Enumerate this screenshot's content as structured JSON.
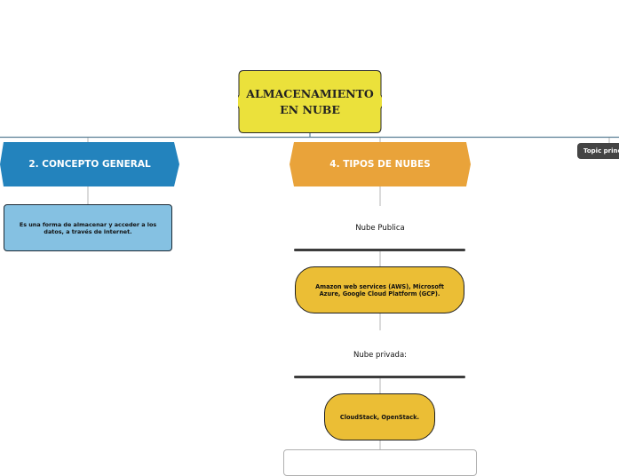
{
  "map": {
    "root": {
      "label": "ALMACENAMIENTO EN NUBE"
    },
    "branches": [
      {
        "label": "2. CONCEPTO GENERAL",
        "color": "#2383bd",
        "description": "Es una forma de almacenar y acceder a los datos, a través de internet."
      },
      {
        "label": "4. TIPOS DE NUBES",
        "color": "#e9a33a",
        "subtopics": [
          {
            "title": "Nube Publica",
            "detail": "Amazon web services (AWS), Microsoft Azure, Google Cloud Platform (GCP)."
          },
          {
            "title": "Nube privada:",
            "detail": "CloudStack, OpenStack."
          }
        ]
      }
    ],
    "floating_topic": {
      "label": "Topic principal"
    }
  },
  "colors": {
    "root_fill": "#ebe13b",
    "concept_fill": "#2383bd",
    "tipos_fill": "#e9a33a",
    "desc_fill": "#85c1e2",
    "pill_fill": "#ebbe35",
    "connector": "#5a7f95",
    "thin_connector": "#b4b4b4"
  }
}
